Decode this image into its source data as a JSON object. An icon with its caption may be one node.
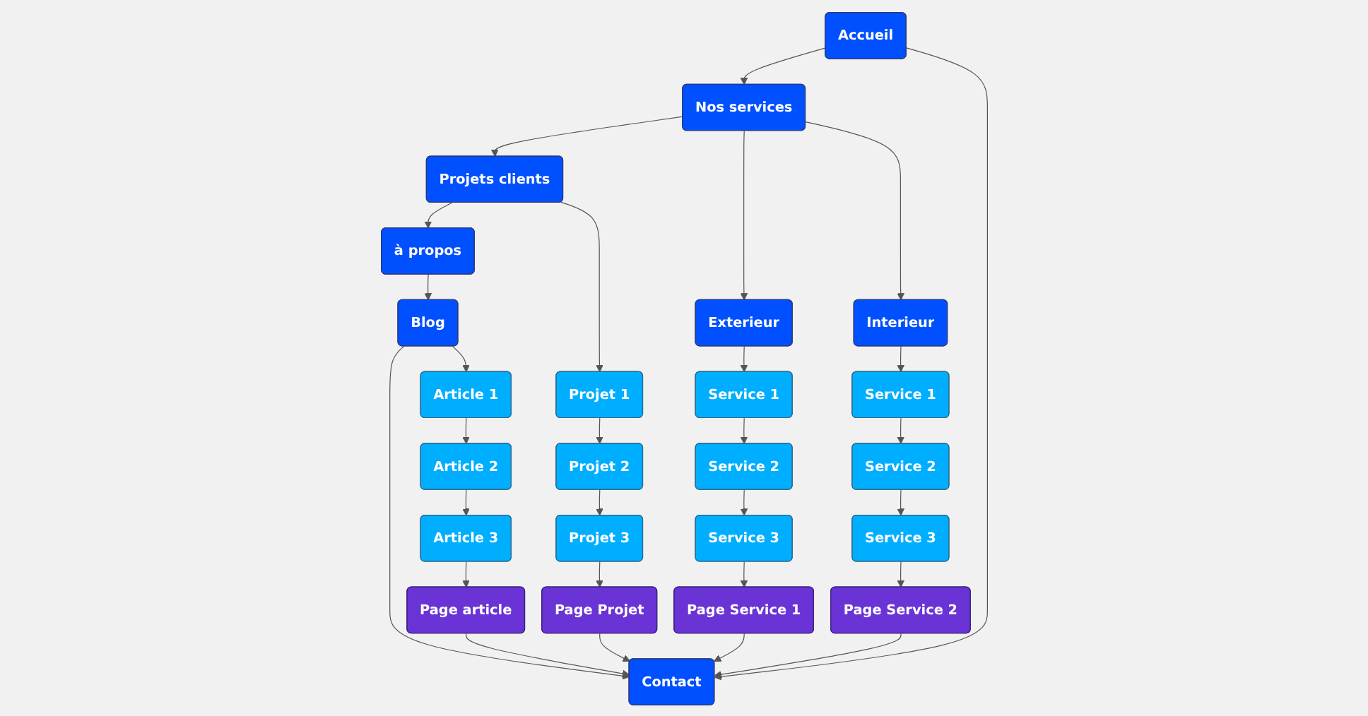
{
  "diagram": {
    "nodes": [
      {
        "text": [
          "Accueil"
        ]
      },
      {
        "text": [
          "Nos services"
        ]
      },
      {
        "text": [
          "Projets clients"
        ]
      },
      {
        "text": [
          "à propos"
        ]
      },
      {
        "text": [
          "Blog"
        ]
      },
      {
        "text": [
          "Contact"
        ]
      },
      {
        "text": [
          "Exterieur"
        ]
      },
      {
        "text": [
          "Interieur"
        ]
      },
      {
        "text": [
          "Service 1"
        ]
      },
      {
        "text": [
          "Service 2"
        ]
      },
      {
        "text": [
          "Service 3"
        ]
      },
      {
        "text": [
          "Page Service 1"
        ]
      },
      {
        "text": [
          "Service 1"
        ]
      },
      {
        "text": [
          "Service 2"
        ]
      },
      {
        "text": [
          "Service 3"
        ]
      },
      {
        "text": [
          "Page Service 2"
        ]
      },
      {
        "text": [
          "Projet 1"
        ]
      },
      {
        "text": [
          "Projet 2"
        ]
      },
      {
        "text": [
          "Projet 3"
        ]
      },
      {
        "text": [
          "Page Projet"
        ]
      },
      {
        "text": [
          "Article 1"
        ]
      },
      {
        "text": [
          "Article 2"
        ]
      },
      {
        "text": [
          "Article 3"
        ]
      },
      {
        "text": [
          "Page article"
        ]
      }
    ],
    "edges": [
      {
        "from": 0,
        "to": 1,
        "arrow": "to"
      },
      {
        "from": 0,
        "to": 5,
        "arrow": "to"
      },
      {
        "from": 1,
        "to": 2,
        "arrow": "to"
      },
      {
        "from": 2,
        "to": 3,
        "arrow": "to"
      },
      {
        "from": 3,
        "to": 4,
        "arrow": "to"
      },
      {
        "from": 4,
        "to": 5,
        "arrow": "to"
      },
      {
        "from": 1,
        "to": 6,
        "arrow": "to"
      },
      {
        "from": 1,
        "to": 7,
        "arrow": "to"
      },
      {
        "from": 6,
        "to": 8,
        "arrow": "to"
      },
      {
        "from": 8,
        "to": 9,
        "arrow": "to"
      },
      {
        "from": 9,
        "to": 10,
        "arrow": "to"
      },
      {
        "from": 10,
        "to": 11,
        "arrow": "to"
      },
      {
        "from": 7,
        "to": 12,
        "arrow": "to"
      },
      {
        "from": 12,
        "to": 13,
        "arrow": "to"
      },
      {
        "from": 13,
        "to": 14,
        "arrow": "to"
      },
      {
        "from": 14,
        "to": 15,
        "arrow": "to"
      },
      {
        "from": 2,
        "to": 16,
        "arrow": "to"
      },
      {
        "from": 16,
        "to": 17,
        "arrow": "to"
      },
      {
        "from": 17,
        "to": 18,
        "arrow": "to"
      },
      {
        "from": 18,
        "to": 19,
        "arrow": "to"
      },
      {
        "from": 4,
        "to": 20,
        "arrow": "to"
      },
      {
        "from": 20,
        "to": 21,
        "arrow": "to"
      },
      {
        "from": 21,
        "to": 22,
        "arrow": "to"
      },
      {
        "from": 22,
        "to": 23,
        "arrow": "to"
      },
      {
        "from": 11,
        "to": 5,
        "arrow": "to"
      },
      {
        "from": 15,
        "to": 5,
        "arrow": "to"
      },
      {
        "from": 19,
        "to": 5,
        "arrow": "to"
      },
      {
        "from": 23,
        "to": 5,
        "arrow": "to"
      }
    ]
  }
}
